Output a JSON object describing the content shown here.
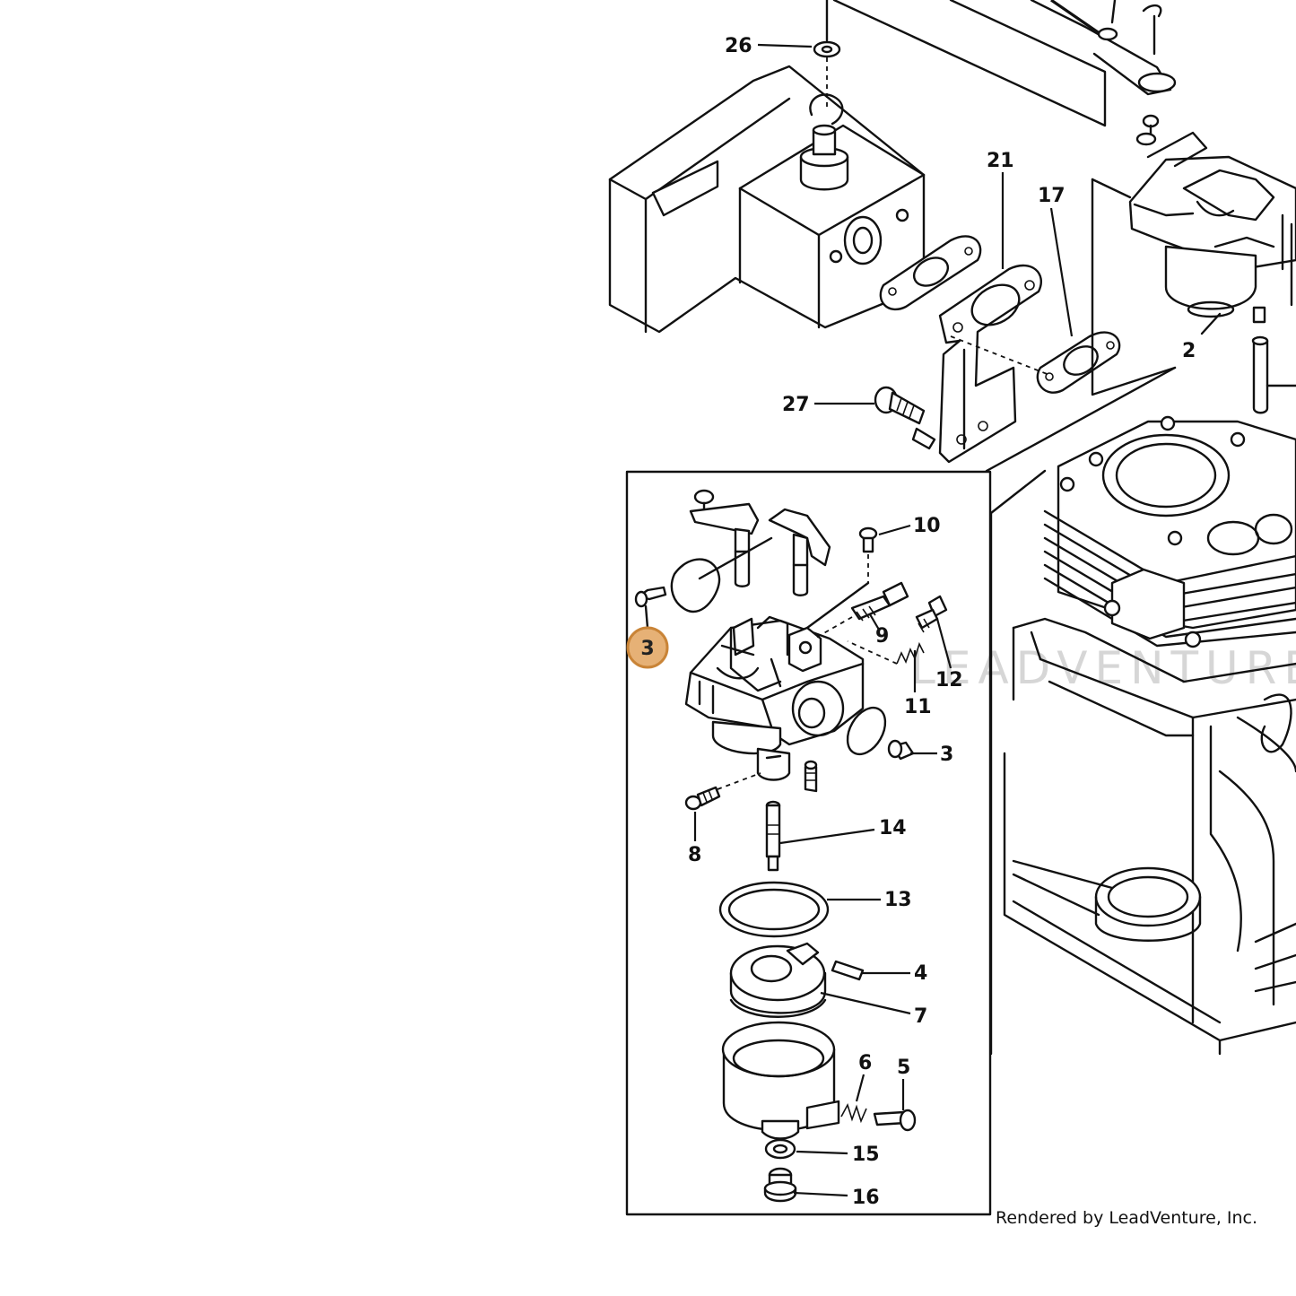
{
  "diagram": {
    "callouts": [
      {
        "id": "26",
        "label": "26"
      },
      {
        "id": "21",
        "label": "21"
      },
      {
        "id": "17",
        "label": "17"
      },
      {
        "id": "2",
        "label": "2"
      },
      {
        "id": "27",
        "label": "27"
      },
      {
        "id": "10",
        "label": "10"
      },
      {
        "id": "9",
        "label": "9"
      },
      {
        "id": "12",
        "label": "12"
      },
      {
        "id": "11",
        "label": "11"
      },
      {
        "id": "3b",
        "label": "3"
      },
      {
        "id": "8",
        "label": "8"
      },
      {
        "id": "14",
        "label": "14"
      },
      {
        "id": "13",
        "label": "13"
      },
      {
        "id": "4",
        "label": "4"
      },
      {
        "id": "7",
        "label": "7"
      },
      {
        "id": "6",
        "label": "6"
      },
      {
        "id": "5",
        "label": "5"
      },
      {
        "id": "15",
        "label": "15"
      },
      {
        "id": "16",
        "label": "16"
      }
    ],
    "highlighted_callout": {
      "label": "3",
      "color": "#e2a35e"
    },
    "watermark": "LEADVENTURE",
    "credit": "Rendered by LeadVenture, Inc."
  }
}
